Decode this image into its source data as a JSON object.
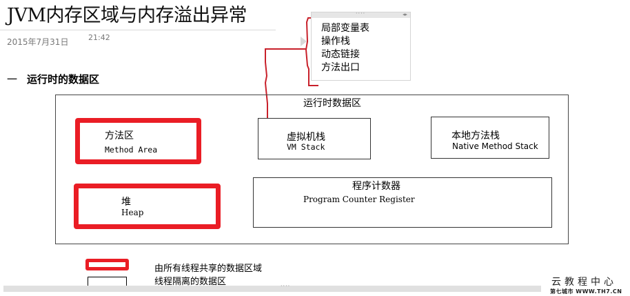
{
  "page": {
    "title": "JVM内存区域与内存溢出异常",
    "date": "2015年7月31日",
    "time": "21:42"
  },
  "section": {
    "number": "一",
    "heading": "运行时的数据区"
  },
  "popup_note": {
    "items": [
      "局部变量表",
      "操作栈",
      "动态链接",
      "方法出口"
    ],
    "drag_handle": "····",
    "resize_arrows": "◂▸"
  },
  "diagram": {
    "container_label": "运行时数据区",
    "regions": [
      {
        "id": "method-area",
        "cn": "方法区",
        "en": "Method Area",
        "shared": true
      },
      {
        "id": "vm-stack",
        "cn": "虚拟机栈",
        "en": "VM Stack",
        "shared": false
      },
      {
        "id": "native-method-stack",
        "cn": "本地方法栈",
        "en": "Native Method Stack",
        "shared": false
      },
      {
        "id": "heap",
        "cn": "堆",
        "en": "Heap",
        "shared": true
      },
      {
        "id": "program-counter",
        "cn": "程序计数器",
        "en": "Program Counter Register",
        "shared": false
      }
    ]
  },
  "legend": {
    "shared": "由所有线程共享的数据区域",
    "isolated": "线程隔离的数据区"
  },
  "scrollbar": {
    "handle": "····"
  },
  "watermark": {
    "title": "云教程中心",
    "subtitle": "第七城市  WWW.TH7.CN"
  },
  "colors": {
    "shared_border": "#ea1d25",
    "isolated_border": "#333333",
    "annotation_line": "#c8202a"
  }
}
